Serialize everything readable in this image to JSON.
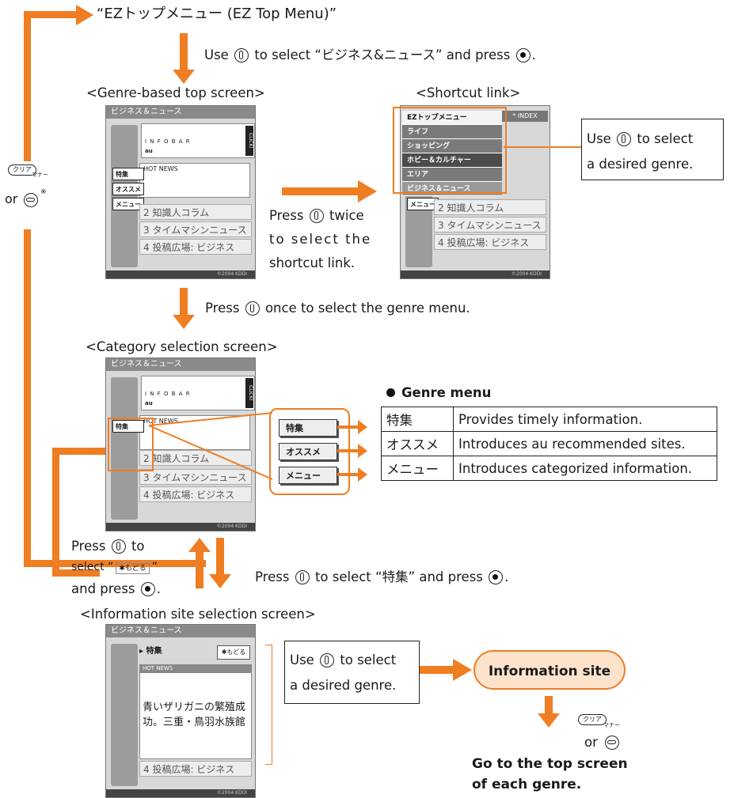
{
  "top_menu": "“EZトップメニュー (EZ Top Menu)”",
  "step1": {
    "pre": "Use",
    "mid": "to select “ビジネス&ニュース” and press",
    "post": "."
  },
  "labels": {
    "genre_top": "<Genre-based top screen>",
    "shortcut": "<Shortcut link>",
    "category": "<Category selection screen>",
    "info_site": "<Information site selection screen>"
  },
  "shortcut_note": {
    "pre": "Use",
    "line1": "to select",
    "line2": "a desired genre."
  },
  "press_twice": {
    "pre": "Press",
    "post": "twice",
    "line2": "to select the",
    "line3": "shortcut link."
  },
  "press_once": {
    "pre": "Press",
    "post": "once to select the genre menu."
  },
  "left_keys": {
    "clear": "クリア",
    "manner": "マナー",
    "or": "or",
    "mark": "※"
  },
  "genre_menu": {
    "title": "Genre menu",
    "rows": [
      {
        "name": "特集",
        "desc": "Provides timely information."
      },
      {
        "name": "オススメ",
        "desc": "Introduces au recommended sites."
      },
      {
        "name": "メニュー",
        "desc": "Introduces categorized information."
      }
    ]
  },
  "back_step": {
    "line1_pre": "Press",
    "line1_post": "to",
    "line2_pre": "select “",
    "modoru": "✱もどる",
    "line2_post": "”",
    "line3_pre": "and press",
    "line3_post": "."
  },
  "forward_step": {
    "pre": "Press",
    "post": "to select “特集” and press",
    "end": "."
  },
  "info_note": {
    "pre": "Use",
    "line1": "to select",
    "line2": "a desired genre."
  },
  "information_site": "Information site",
  "go_top": {
    "or": "or",
    "line1": "Go to the top screen",
    "line2": "of each genre."
  },
  "phone": {
    "title": "ビジネス＆ニュース",
    "banner_text": "I N F O B A R",
    "click": "CLICK!",
    "au": "au",
    "hot_news": "HOT NEWS",
    "rows": [
      "2 知識人コラム",
      "3 タイムマシンニュース",
      "4 投稿広場: ビジネス"
    ],
    "tabs": [
      "特集",
      "オススメ",
      "メニュー"
    ],
    "footer": "©2004 KDDI",
    "menu": [
      "EZトップメニュー",
      "ライフ",
      "ショッピング",
      "ホビー＆カルチャー",
      "エリア",
      "ビジネス＆ニュース"
    ],
    "index": "* INDEX",
    "tokushu": "▸ 特集",
    "modoru": "✱もどる",
    "news_text": "青いザリガニの繁殖成功。三重・鳥羽水族館"
  },
  "colors": {
    "accent": "#ef7d22"
  }
}
